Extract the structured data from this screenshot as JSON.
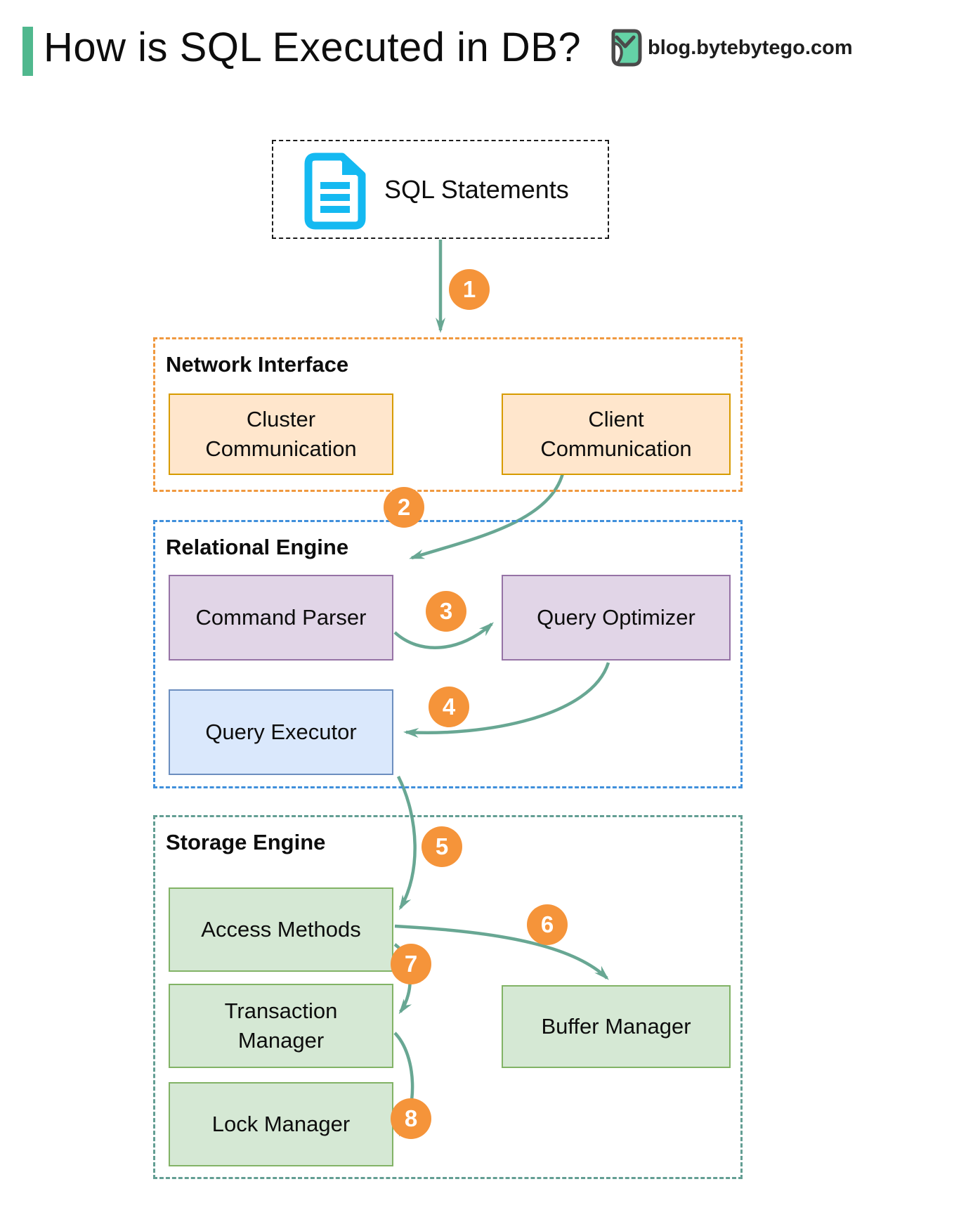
{
  "header": {
    "title": "How is SQL Executed in DB?",
    "brand": "blog.bytebytego.com"
  },
  "sql_box": {
    "label": "SQL Statements"
  },
  "steps": [
    "1",
    "2",
    "3",
    "4",
    "5",
    "6",
    "7",
    "8"
  ],
  "sections": {
    "network": {
      "label": "Network Interface",
      "boxes": [
        {
          "label": "Cluster\nCommunication"
        },
        {
          "label": "Client\nCommunication"
        }
      ]
    },
    "relational": {
      "label": "Relational Engine",
      "boxes": [
        {
          "label": "Command Parser"
        },
        {
          "label": "Query Optimizer"
        },
        {
          "label": "Query Executor"
        }
      ]
    },
    "storage": {
      "label": "Storage Engine",
      "boxes": [
        {
          "label": "Access Methods"
        },
        {
          "label": "Transaction\nManager"
        },
        {
          "label": "Lock Manager"
        },
        {
          "label": "Buffer Manager"
        }
      ]
    }
  },
  "colors": {
    "accent_bar": "#50b88e",
    "brand_logo_teal": "#64d2a6",
    "brand_logo_outline": "#4a4a4a",
    "document_icon_cyan": "#14b9f1",
    "arrow_teal": "#68a793",
    "step_circle_orange": "#f5943a",
    "network_border": "#f0993f",
    "network_box_fill": "#ffe6cc",
    "network_box_stroke": "#d79b00",
    "relational_border": "#3f8fdb",
    "relational_box_fill": "#e1d5e7",
    "relational_box_stroke": "#9673a6",
    "executor_box_fill": "#dae8fc",
    "executor_box_stroke": "#6c8ebf",
    "storage_border": "#639e93",
    "storage_box_fill": "#d5e8d4",
    "storage_box_stroke": "#82b366",
    "sql_box_border": "#1b1b1b"
  }
}
